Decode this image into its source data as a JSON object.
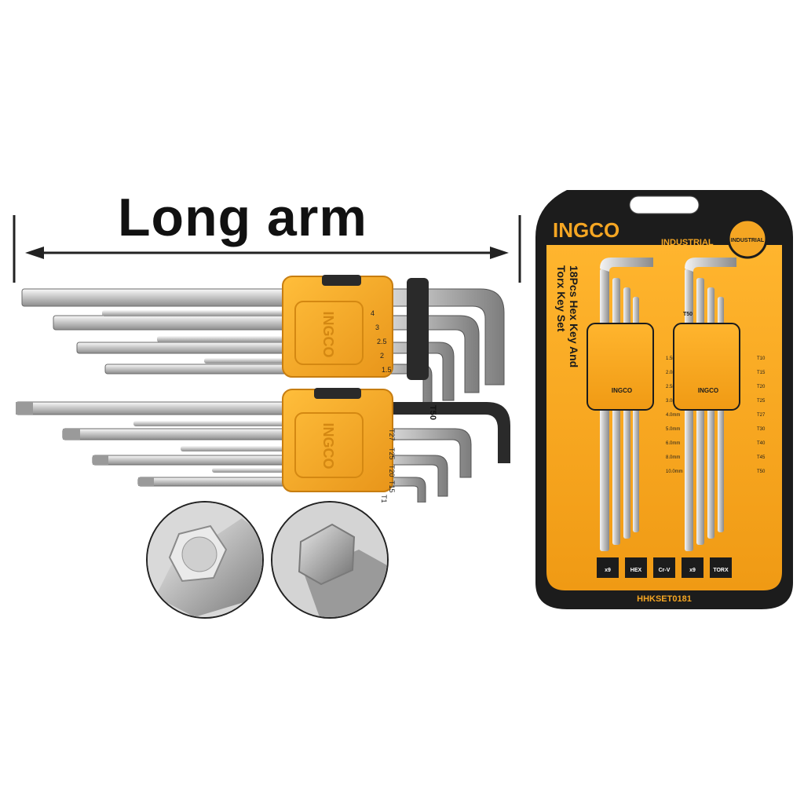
{
  "headline": "Long arm",
  "handle_brand": "INGCO",
  "hex_sizes": [
    "4",
    "3",
    "2.5",
    "2",
    "1.5"
  ],
  "torx_sizes": [
    "T27",
    "T25",
    "T20",
    "T15",
    "T10"
  ],
  "torx_large_label": "T50",
  "package": {
    "brand": "INGCO",
    "brand_tag": "INDUSTRIAL",
    "badge": "INDUSTRIAL",
    "title_line1": "18Pcs Hex Key And",
    "title_line2": "Torx Key Set",
    "hex_chart": [
      "1.5mm",
      "2.0mm",
      "2.5mm",
      "3.0mm",
      "4.0mm",
      "5.0mm",
      "6.0mm",
      "8.0mm",
      "10.0mm"
    ],
    "torx_chart": [
      "T10",
      "T15",
      "T20",
      "T25",
      "T27",
      "T30",
      "T40",
      "T45",
      "T50"
    ],
    "torx_top_label": "T50",
    "badges": [
      "x9",
      "HEX",
      "Cr-V",
      "x9",
      "TORX"
    ],
    "model": "HHKSET0181"
  },
  "colors": {
    "accent": "#f5a623",
    "dark": "#1a1a1a",
    "steel": "#d8d8d8"
  }
}
